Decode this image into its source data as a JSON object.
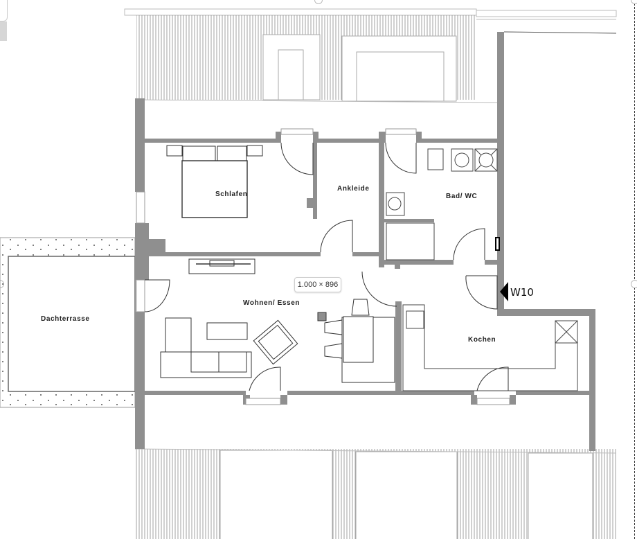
{
  "plan": {
    "rooms": [
      {
        "id": "schlafen",
        "label": "Schlafen"
      },
      {
        "id": "ankleide",
        "label": "Ankleide"
      },
      {
        "id": "bad",
        "label": "Bad/ WC"
      },
      {
        "id": "wohnen",
        "label": "Wohnen/ Essen"
      },
      {
        "id": "kochen",
        "label": "Kochen"
      },
      {
        "id": "dachterrasse",
        "label": "Dachterrasse"
      }
    ],
    "marker": {
      "label": "W10",
      "icon": "triangle-left-icon"
    },
    "colors": {
      "wall": "#8f8f8f",
      "line": "#333333",
      "hatch": "#9a9a9a"
    }
  },
  "overlay": {
    "size_badge": "1.000 × 896"
  }
}
